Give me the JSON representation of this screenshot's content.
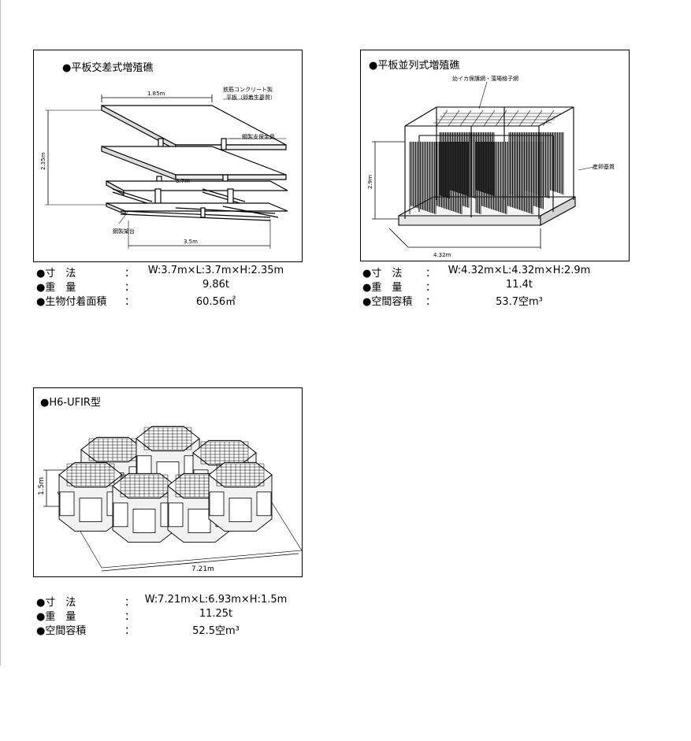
{
  "panels": [
    {
      "title": "●平板交差式増殖礁",
      "labels": {
        "width_top": "1.85m",
        "material": "鉄筋コンクリート製",
        "plate": "平板（卵着生基質）",
        "bracket": "鋼製支保金具",
        "height": "2.35m",
        "mid_width": "3.7m",
        "frame": "鋼製架台",
        "bottom_width": "3.5m"
      },
      "specs": [
        {
          "label": "●寸　法",
          "colon": "：",
          "value": "W:3.7m×L:3.7m×H:2.35m"
        },
        {
          "label": "●重　量",
          "colon": "：",
          "value": "9.86t"
        },
        {
          "label": "●生物付着面積",
          "colon": "：",
          "value": "60.56㎡"
        }
      ]
    },
    {
      "title": "●平板並列式増殖礁",
      "labels": {
        "top_net": "幼イカ保護網・藻場格子網",
        "height": "2.9m",
        "base": "産卵基質",
        "width": "4.32m"
      },
      "specs": [
        {
          "label": "●寸　法",
          "colon": "：",
          "value": "W:4.32m×L:4.32m×H:2.9m"
        },
        {
          "label": "●重　量",
          "colon": "：",
          "value": "11.4t"
        },
        {
          "label": "●空間容積",
          "colon": "：",
          "value": "53.7空m³"
        }
      ]
    },
    {
      "title": "●H6-UFIR型",
      "labels": {
        "height": "1.5m",
        "width": "7.21m"
      },
      "specs": [
        {
          "label": "●寸　法",
          "colon": "：",
          "value": "W:7.21m×L:6.93m×H:1.5m"
        },
        {
          "label": "●重　量",
          "colon": "：",
          "value": "11.25t"
        },
        {
          "label": "●空間容積",
          "colon": "：",
          "value": "52.5空m³"
        }
      ]
    }
  ]
}
